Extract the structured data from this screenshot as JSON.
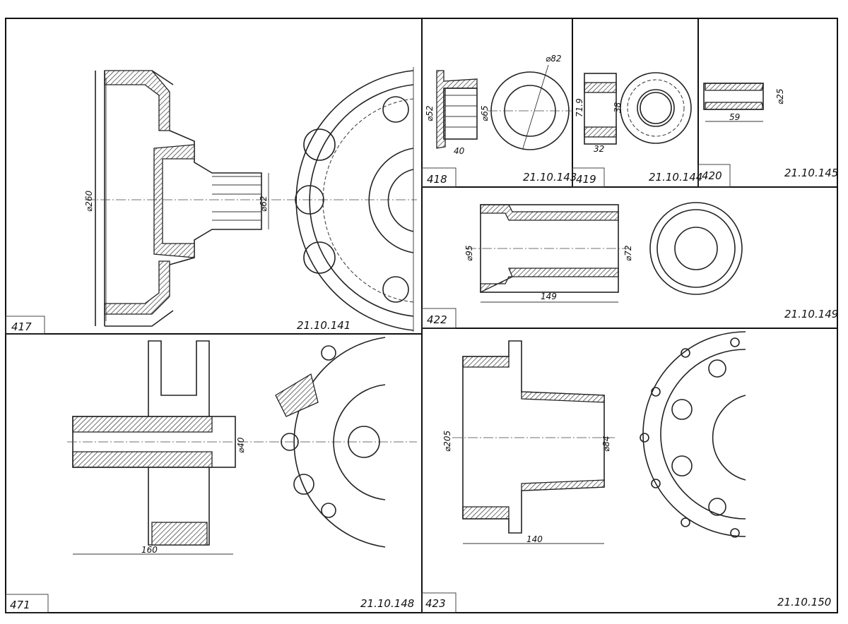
{
  "panels": [
    {
      "number": "417",
      "code": "21.10.141",
      "dimensions": [
        "⌀260",
        "⌀62"
      ]
    },
    {
      "number": "418",
      "code": "21.10.143",
      "dimensions": [
        "⌀52",
        "⌀65",
        "40",
        "⌀82"
      ]
    },
    {
      "number": "419",
      "code": "21.10.144",
      "dimensions": [
        "71.9",
        "38",
        "32"
      ]
    },
    {
      "number": "420",
      "code": "21.10.145",
      "dimensions": [
        "59",
        "⌀25"
      ]
    },
    {
      "number": "422",
      "code": "21.10.149",
      "dimensions": [
        "⌀95",
        "⌀72",
        "149"
      ]
    },
    {
      "number": "471",
      "code": "21.10.148",
      "dimensions": [
        "⌀40",
        "160"
      ]
    },
    {
      "number": "423",
      "code": "21.10.150",
      "dimensions": [
        "⌀205",
        "⌀84",
        "140"
      ]
    }
  ]
}
